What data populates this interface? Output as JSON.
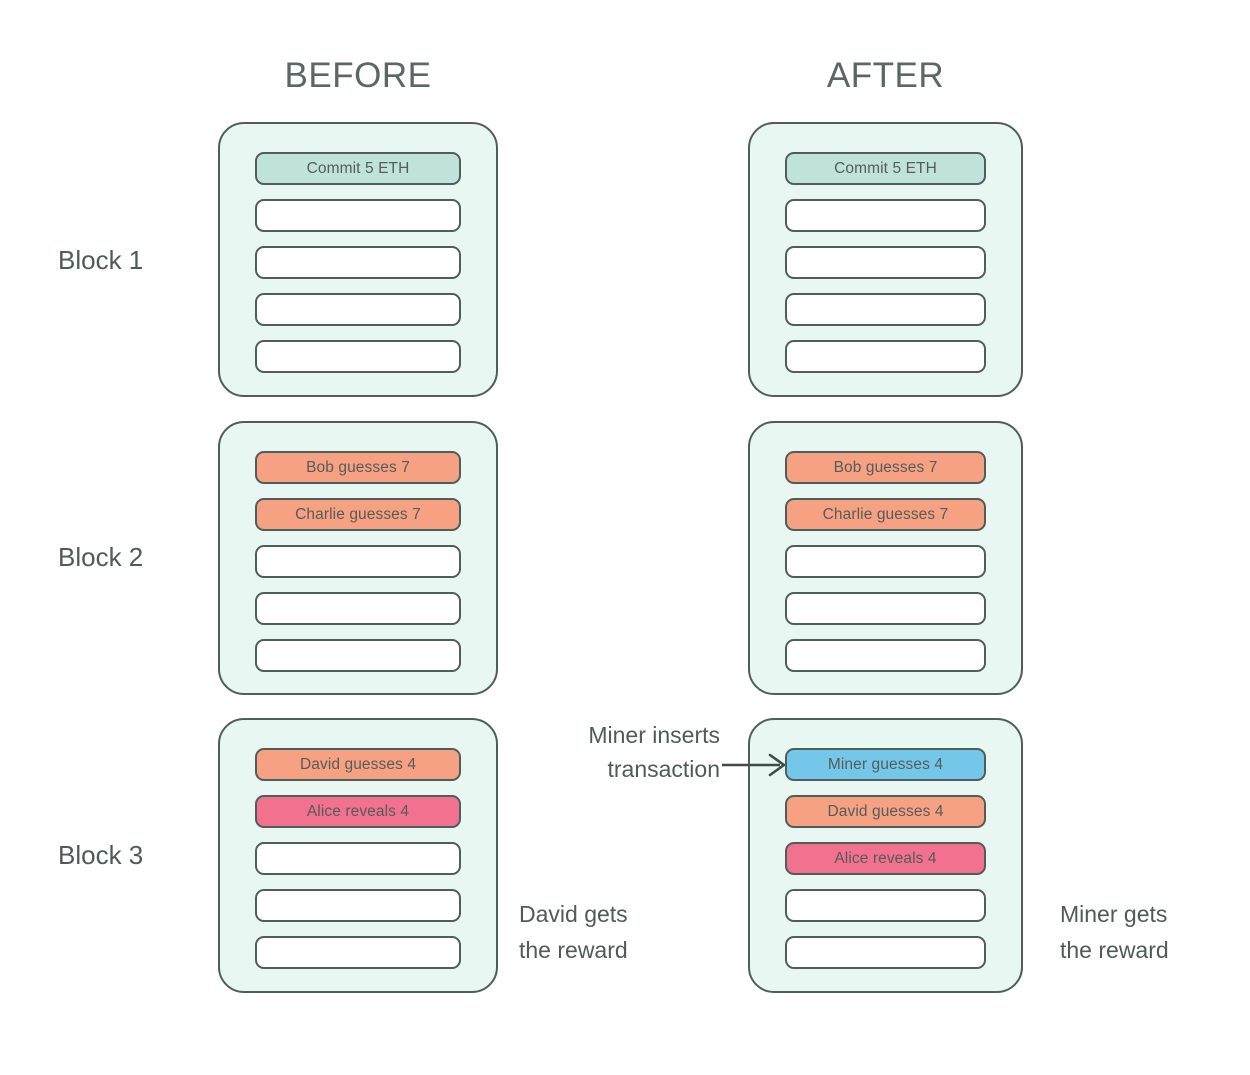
{
  "columns": {
    "before": {
      "title": "BEFORE"
    },
    "after": {
      "title": "AFTER"
    }
  },
  "block_labels": [
    {
      "label": "Block 1"
    },
    {
      "label": "Block 2"
    },
    {
      "label": "Block 3"
    }
  ],
  "before_blocks": [
    {
      "name": "block-1",
      "rows": [
        {
          "label": "Commit 5 ETH",
          "kind": "commit"
        },
        {
          "label": "",
          "kind": "empty"
        },
        {
          "label": "",
          "kind": "empty"
        },
        {
          "label": "",
          "kind": "empty"
        },
        {
          "label": "",
          "kind": "empty"
        }
      ]
    },
    {
      "name": "block-2",
      "rows": [
        {
          "label": "Bob guesses 7",
          "kind": "guess"
        },
        {
          "label": "Charlie guesses 7",
          "kind": "guess"
        },
        {
          "label": "",
          "kind": "empty"
        },
        {
          "label": "",
          "kind": "empty"
        },
        {
          "label": "",
          "kind": "empty"
        }
      ]
    },
    {
      "name": "block-3",
      "rows": [
        {
          "label": "David guesses 4",
          "kind": "guess"
        },
        {
          "label": "Alice reveals 4",
          "kind": "reveal"
        },
        {
          "label": "",
          "kind": "empty"
        },
        {
          "label": "",
          "kind": "empty"
        },
        {
          "label": "",
          "kind": "empty"
        }
      ]
    }
  ],
  "after_blocks": [
    {
      "name": "block-1",
      "rows": [
        {
          "label": "Commit 5 ETH",
          "kind": "commit"
        },
        {
          "label": "",
          "kind": "empty"
        },
        {
          "label": "",
          "kind": "empty"
        },
        {
          "label": "",
          "kind": "empty"
        },
        {
          "label": "",
          "kind": "empty"
        }
      ]
    },
    {
      "name": "block-2",
      "rows": [
        {
          "label": "Bob guesses 7",
          "kind": "guess"
        },
        {
          "label": "Charlie guesses 7",
          "kind": "guess"
        },
        {
          "label": "",
          "kind": "empty"
        },
        {
          "label": "",
          "kind": "empty"
        },
        {
          "label": "",
          "kind": "empty"
        }
      ]
    },
    {
      "name": "block-3",
      "rows": [
        {
          "label": "Miner guesses 4",
          "kind": "miner"
        },
        {
          "label": "David guesses 4",
          "kind": "guess"
        },
        {
          "label": "Alice reveals 4",
          "kind": "reveal"
        },
        {
          "label": "",
          "kind": "empty"
        },
        {
          "label": "",
          "kind": "empty"
        }
      ]
    }
  ],
  "annotations": {
    "miner_insert": "Miner inserts\ntransaction",
    "arrow_icon": "arrow-right-icon"
  },
  "captions": {
    "before_reward": "David gets\nthe reward",
    "after_reward": "Miner gets\nthe reward"
  },
  "colors": {
    "block_fill": "#e9f7f3",
    "stroke": "#4f5d5b",
    "text": "#4f5b59",
    "commit": "#bfe3da",
    "guess": "#f6a181",
    "reveal": "#f1718e",
    "miner": "#74c7e8",
    "empty": "#ffffff"
  }
}
